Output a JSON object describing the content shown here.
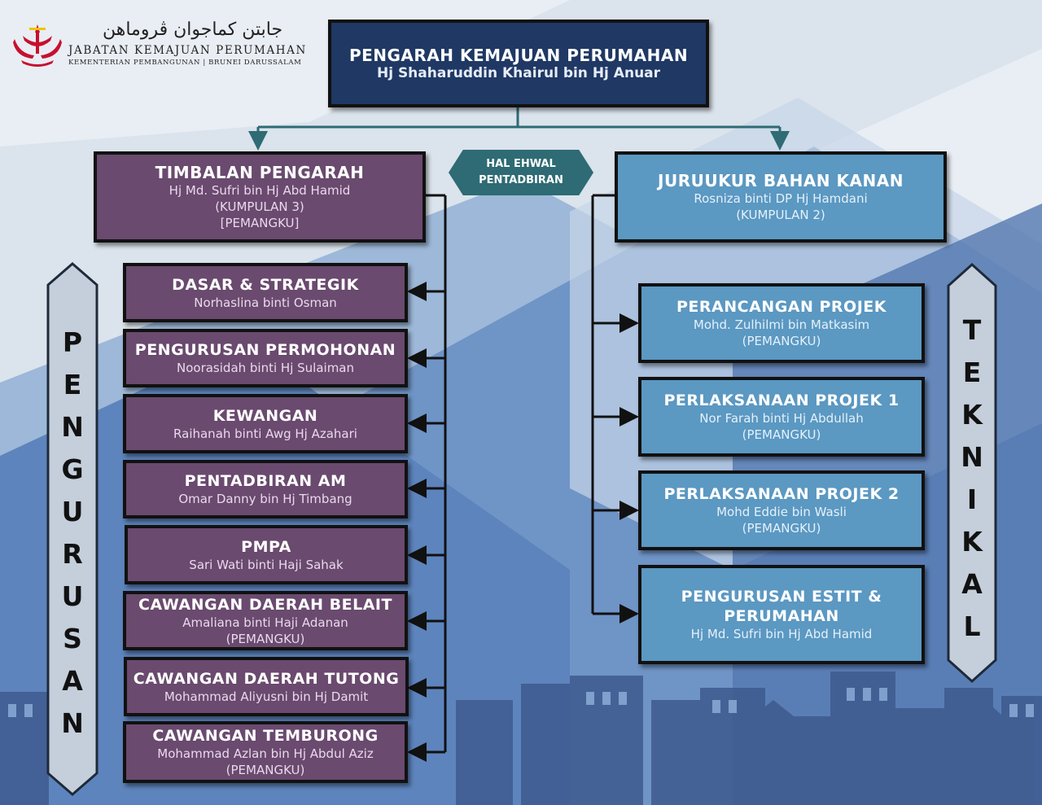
{
  "logo": {
    "arabic": "جابتن كماجوان ڤروماهن",
    "name": "JABATAN KEMAJUAN PERUMAHAN",
    "sub": "KEMENTERIAN PEMBANGUNAN | BRUNEI DARUSSALAM"
  },
  "director": {
    "title": "PENGARAH KEMAJUAN PERUMAHAN",
    "name": "Hj Shaharuddin Khairul bin Hj Anuar"
  },
  "hal_ehwal": {
    "line1": "HAL EHWAL",
    "line2": "PENTADBIRAN"
  },
  "deputy": {
    "title": "TIMBALAN PENGARAH",
    "line1": "Hj Md. Sufri bin Hj Abd Hamid",
    "line2": "(KUMPULAN 3)",
    "line3": "[PEMANGKU]"
  },
  "senior_qs": {
    "title": "JURUUKUR BAHAN KANAN",
    "line1": "Rosniza binti DP Hj Hamdani",
    "line2": "(KUMPULAN 2)"
  },
  "left_units": [
    {
      "title": "DASAR & STRATEGIK",
      "name": "Norhaslina binti Osman",
      "note": ""
    },
    {
      "title": "PENGURUSAN PERMOHONAN",
      "name": "Noorasidah binti Hj Sulaiman",
      "note": ""
    },
    {
      "title": "KEWANGAN",
      "name": "Raihanah binti Awg Hj Azahari",
      "note": ""
    },
    {
      "title": "PENTADBIRAN AM",
      "name": "Omar Danny bin Hj Timbang",
      "note": ""
    },
    {
      "title": "PMPA",
      "name": "Sari Wati binti Haji Sahak",
      "note": ""
    },
    {
      "title": "CAWANGAN DAERAH BELAIT",
      "name": "Amaliana binti Haji Adanan",
      "note": "(PEMANGKU)"
    },
    {
      "title": "CAWANGAN DAERAH TUTONG",
      "name": "Mohammad Aliyusni bin Hj Damit",
      "note": ""
    },
    {
      "title": "CAWANGAN TEMBURONG",
      "name": "Mohammad Azlan bin Hj Abdul Aziz",
      "note": "(PEMANGKU)"
    }
  ],
  "right_units": [
    {
      "title": "PERANCANGAN PROJEK",
      "title2": "",
      "name": "Mohd. Zulhilmi bin Matkasim",
      "note": "(PEMANGKU)"
    },
    {
      "title": "PERLAKSANAAN PROJEK 1",
      "title2": "",
      "name": "Nor Farah binti Hj Abdullah",
      "note": "(PEMANGKU)"
    },
    {
      "title": "PERLAKSANAAN PROJEK 2",
      "title2": "",
      "name": "Mohd Eddie bin Wasli",
      "note": "(PEMANGKU)"
    },
    {
      "title": "PENGURUSAN ESTIT &",
      "title2": "PERUMAHAN",
      "name": "Hj Md. Sufri bin Hj Abd Hamid",
      "note": ""
    }
  ],
  "side_labels": {
    "left": "PENGURUSAN",
    "right": "TEKNIKAL"
  },
  "colors": {
    "purple": "#6a4a6e",
    "blue": "#5b98c2",
    "navy": "#1f3864",
    "teal": "#2e6b74"
  }
}
